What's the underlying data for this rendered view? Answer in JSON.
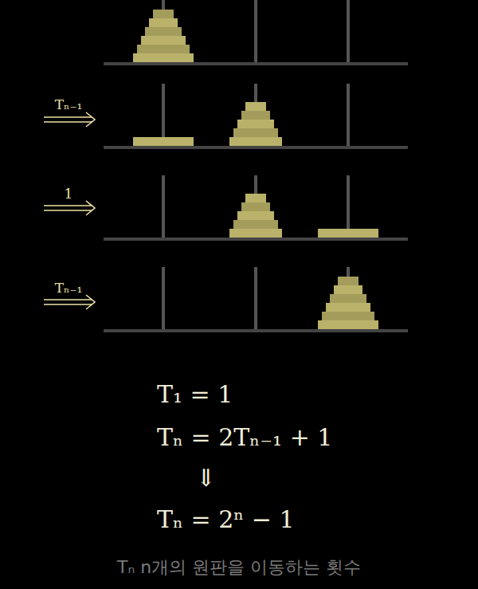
{
  "diagram": {
    "caption": "Tₙ n개의 원판을 이동하는 횟수",
    "labels": [
      "Tₙ₋₁",
      "1",
      "Tₙ₋₁",
      "T₁ = 1",
      "Tₙ = 2Tₙ₋₁ + 1",
      "⇓",
      "Tₙ = 2ⁿ − 1"
    ]
  }
}
